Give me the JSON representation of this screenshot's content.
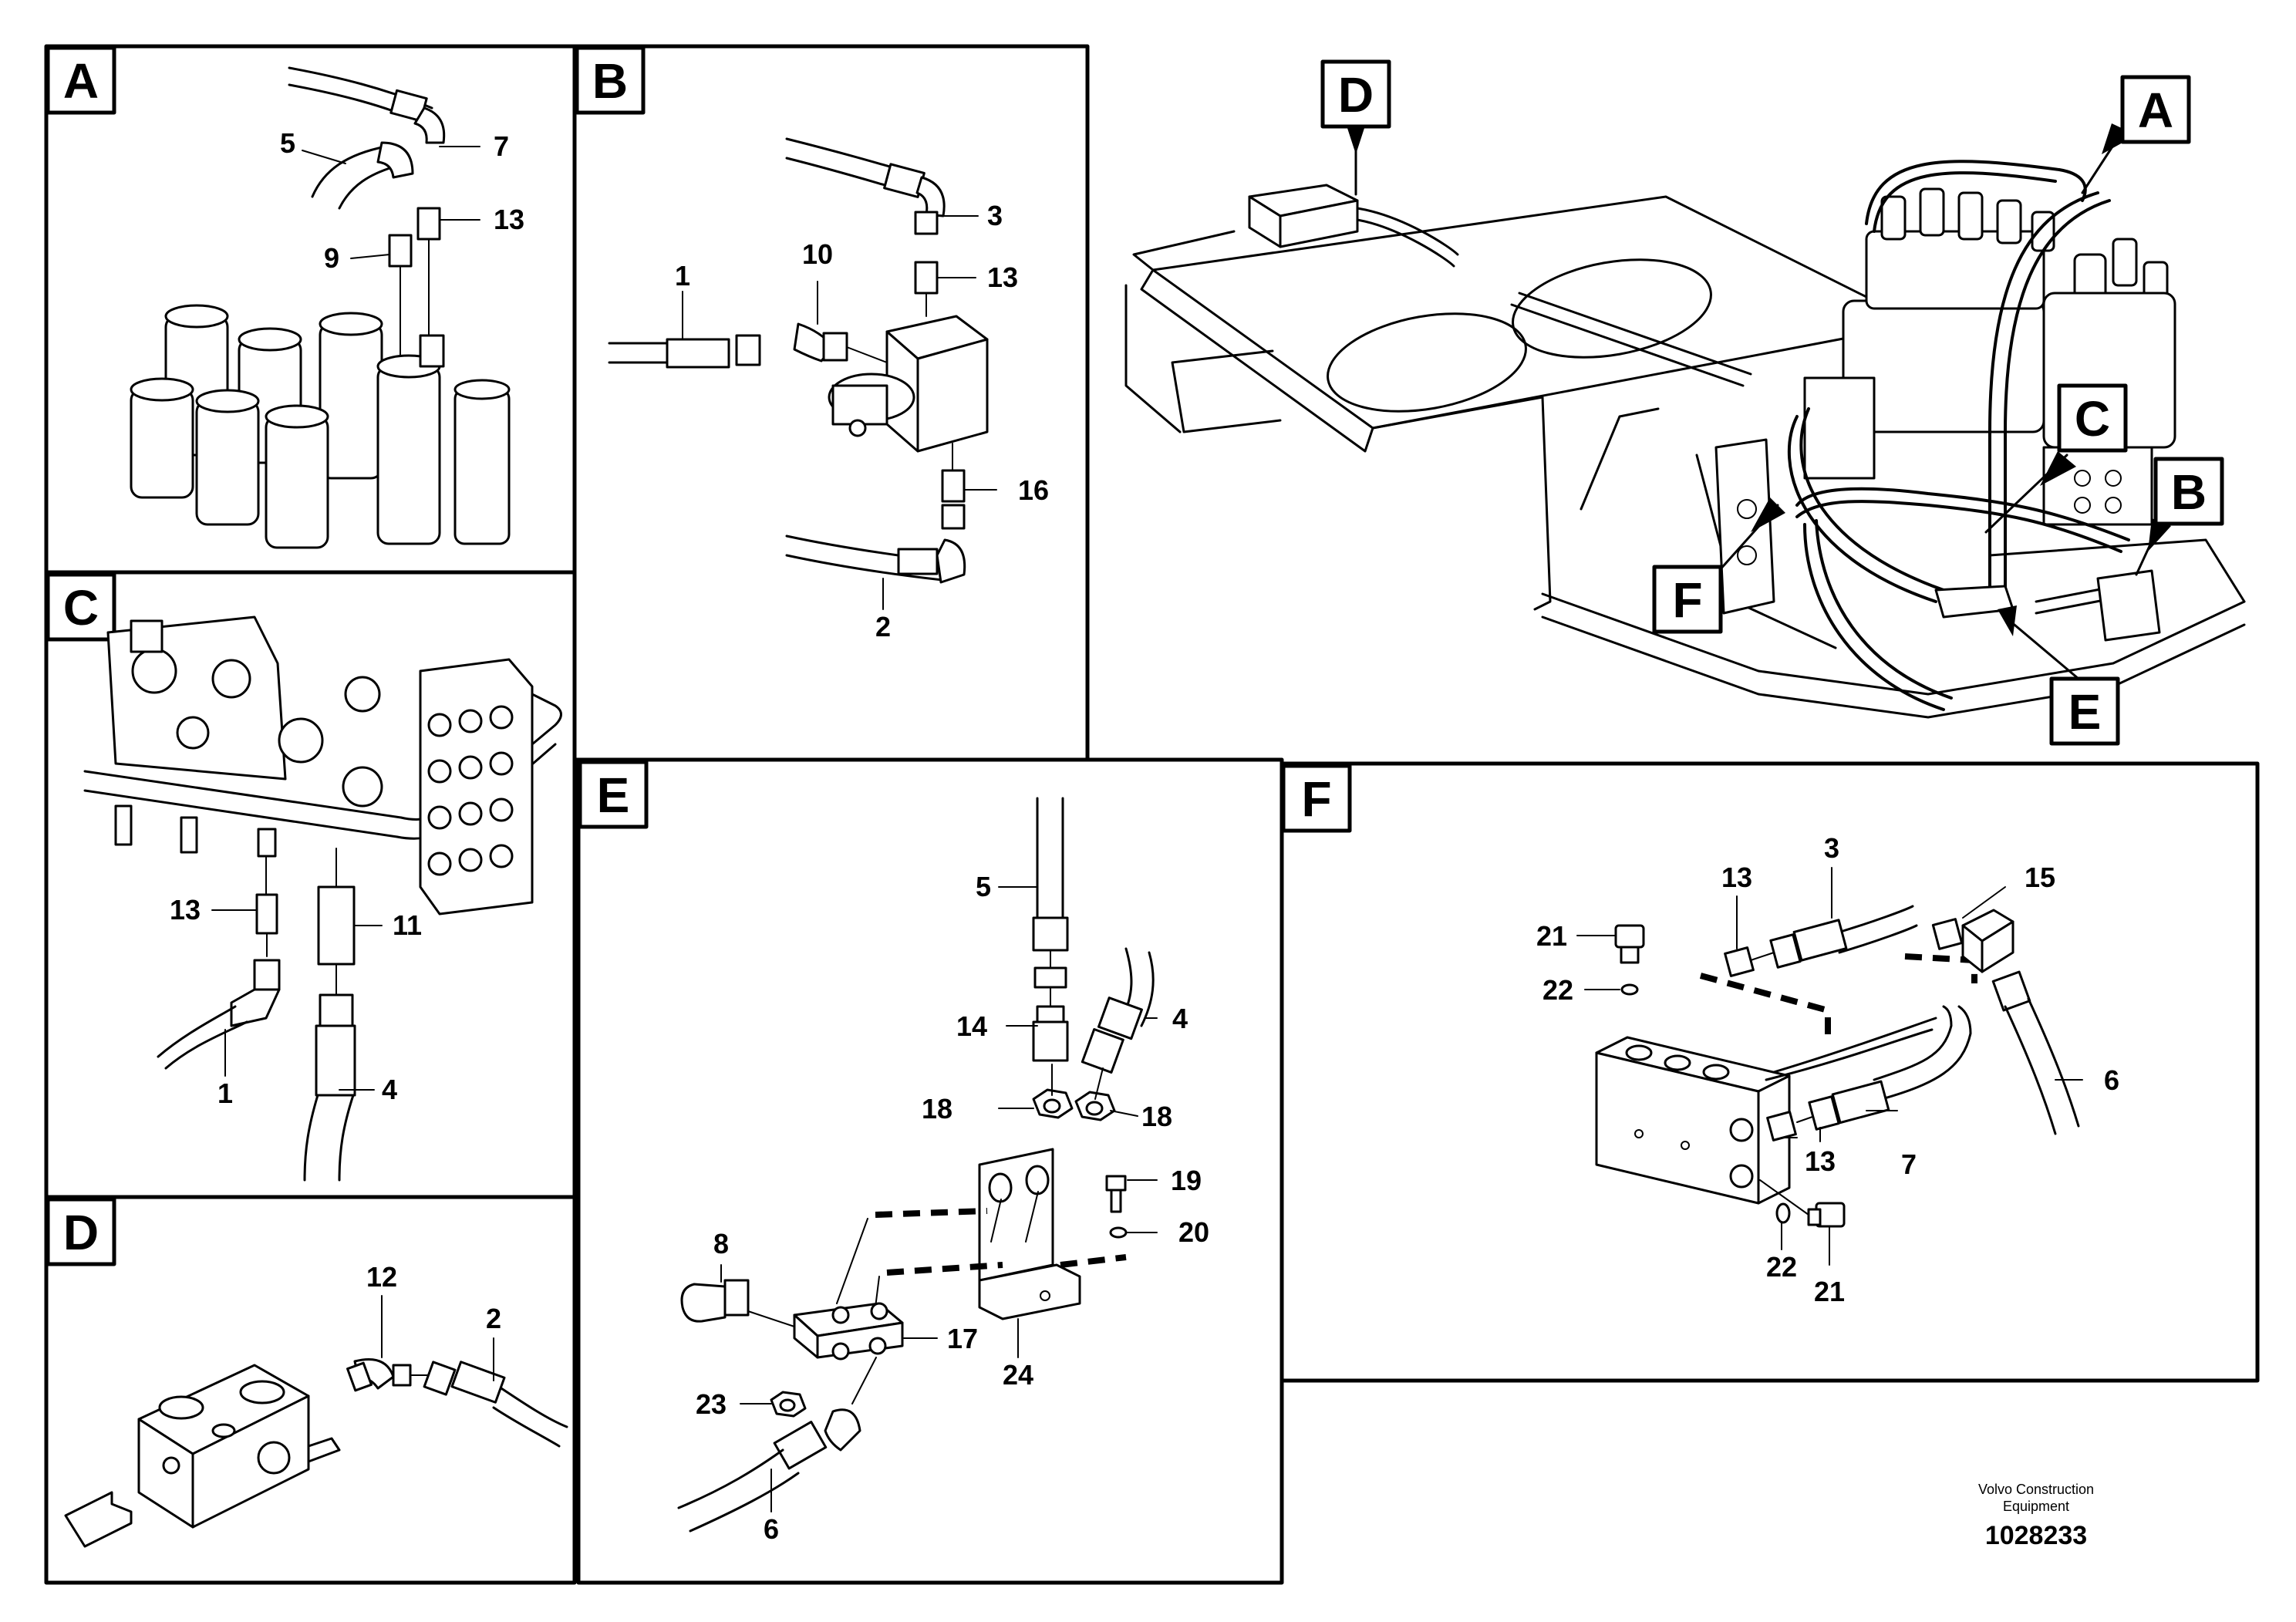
{
  "panels": {
    "A": {
      "tag": "A",
      "callouts": [
        "5",
        "7",
        "13",
        "9"
      ]
    },
    "B": {
      "tag": "B",
      "callouts": [
        "3",
        "13",
        "1",
        "10",
        "16",
        "2"
      ]
    },
    "C": {
      "tag": "C",
      "callouts": [
        "13",
        "11",
        "1",
        "4"
      ]
    },
    "D": {
      "tag": "D",
      "callouts": [
        "12",
        "2"
      ]
    },
    "E": {
      "tag": "E",
      "callouts": [
        "5",
        "4",
        "14",
        "18",
        "18",
        "19",
        "20",
        "8",
        "17",
        "24",
        "23",
        "6"
      ]
    },
    "F": {
      "tag": "F",
      "callouts": [
        "3",
        "13",
        "15",
        "21",
        "22",
        "6",
        "7",
        "13",
        "22",
        "21"
      ]
    }
  },
  "overview": {
    "tags": [
      "D",
      "A",
      "C",
      "B",
      "F",
      "E"
    ]
  },
  "footer": {
    "company_line1": "Volvo Construction",
    "company_line2": "Equipment",
    "drawing_number": "1028233"
  }
}
